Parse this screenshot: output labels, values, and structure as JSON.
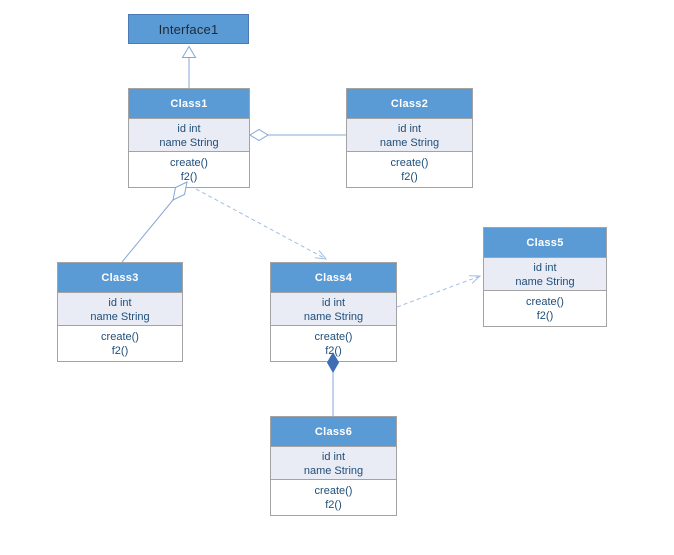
{
  "diagram": {
    "kind": "uml-class-diagram",
    "interface": {
      "name": "Interface1"
    },
    "classes": [
      {
        "name": "Class1",
        "attributes": [
          "id int",
          "name String"
        ],
        "methods": [
          "create()",
          "f2()"
        ]
      },
      {
        "name": "Class2",
        "attributes": [
          "id int",
          "name String"
        ],
        "methods": [
          "create()",
          "f2()"
        ]
      },
      {
        "name": "Class3",
        "attributes": [
          "id int",
          "name String"
        ],
        "methods": [
          "create()",
          "f2()"
        ]
      },
      {
        "name": "Class4",
        "attributes": [
          "id int",
          "name String"
        ],
        "methods": [
          "create()",
          "f2()"
        ]
      },
      {
        "name": "Class5",
        "attributes": [
          "id int",
          "name String"
        ],
        "methods": [
          "create()",
          "f2()"
        ]
      },
      {
        "name": "Class6",
        "attributes": [
          "id int",
          "name String"
        ],
        "methods": [
          "create()",
          "f2()"
        ]
      }
    ],
    "relationships": [
      {
        "from": "Class1",
        "to": "Interface1",
        "type": "generalization",
        "line": "solid",
        "marker": "hollow-triangle",
        "marker_at": "Interface1"
      },
      {
        "from": "Class1",
        "to": "Class2",
        "type": "aggregation",
        "line": "solid",
        "marker": "hollow-diamond",
        "marker_at": "Class1"
      },
      {
        "from": "Class3",
        "to": "Class1",
        "type": "aggregation",
        "line": "solid",
        "marker": "hollow-diamond",
        "marker_at": "Class1"
      },
      {
        "from": "Class1",
        "to": "Class4",
        "type": "dependency",
        "line": "dashed",
        "marker": "open-arrow",
        "marker_at": "Class4"
      },
      {
        "from": "Class4",
        "to": "Class5",
        "type": "dependency",
        "line": "dashed",
        "marker": "open-arrow",
        "marker_at": "Class5"
      },
      {
        "from": "Class4",
        "to": "Class6",
        "type": "composition",
        "line": "solid",
        "marker": "filled-diamond",
        "marker_at": "Class4"
      }
    ]
  },
  "colors": {
    "canvas_background": "#FFFFFF",
    "node_header_fill": "#5B9BD5",
    "node_attr_fill": "#E9EBF5",
    "node_body_fill": "#FFFFFF",
    "node_border": "#A3A3A3",
    "interface_border": "#4D7AB5",
    "header_text": "#FFFFFF",
    "body_text": "#1F4E79",
    "interface_text": "#1E2835",
    "edge_solid": "#84A8D4",
    "edge_dashed": "#9FBFE4",
    "filled_diamond": "#3F6EB5"
  }
}
